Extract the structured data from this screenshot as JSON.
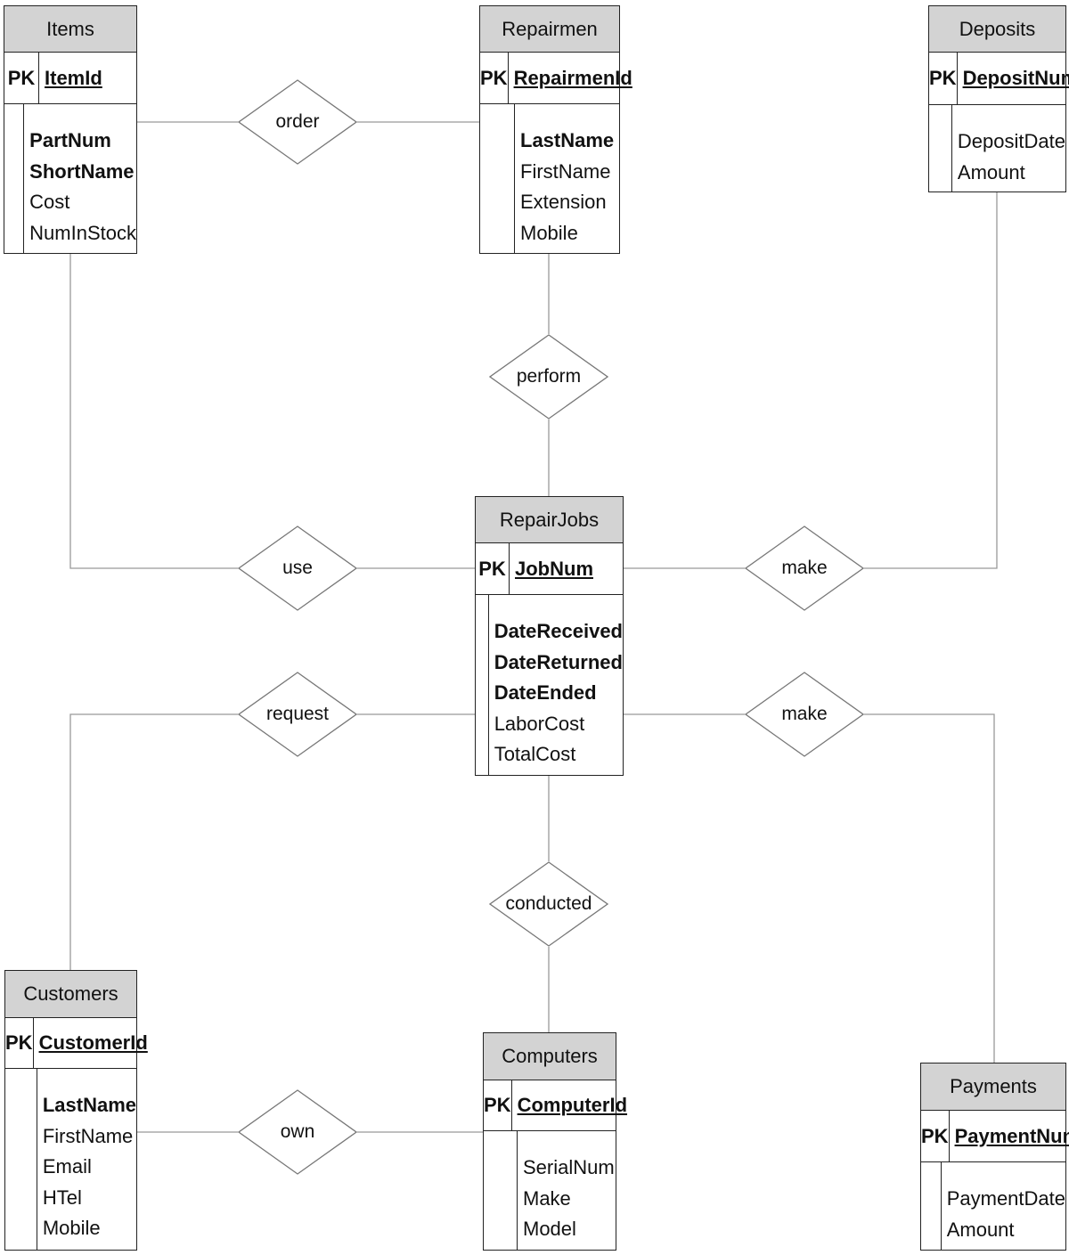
{
  "entities": {
    "items": {
      "title": "Items",
      "pk_label": "PK",
      "key": "ItemId",
      "attributes": [
        {
          "name": "PartNum",
          "bold": true
        },
        {
          "name": "ShortName",
          "bold": true
        },
        {
          "name": "Cost",
          "bold": false
        },
        {
          "name": "NumInStock",
          "bold": false
        }
      ]
    },
    "repairmen": {
      "title": "Repairmen",
      "pk_label": "PK",
      "key": "RepairmenId",
      "attributes": [
        {
          "name": "LastName",
          "bold": true
        },
        {
          "name": "FirstName",
          "bold": false
        },
        {
          "name": "Extension",
          "bold": false
        },
        {
          "name": "Mobile",
          "bold": false
        }
      ]
    },
    "deposits": {
      "title": "Deposits",
      "pk_label": "PK",
      "key": "DepositNum",
      "attributes": [
        {
          "name": "DepositDate",
          "bold": false
        },
        {
          "name": "Amount",
          "bold": false
        }
      ]
    },
    "repairjobs": {
      "title": "RepairJobs",
      "pk_label": "PK",
      "key": "JobNum",
      "attributes": [
        {
          "name": "DateReceived",
          "bold": true
        },
        {
          "name": "DateReturned",
          "bold": true
        },
        {
          "name": "DateEnded",
          "bold": true
        },
        {
          "name": "LaborCost",
          "bold": false
        },
        {
          "name": "TotalCost",
          "bold": false
        }
      ]
    },
    "customers": {
      "title": "Customers",
      "pk_label": "PK",
      "key": "CustomerId",
      "attributes": [
        {
          "name": "LastName",
          "bold": true
        },
        {
          "name": "FirstName",
          "bold": false
        },
        {
          "name": "Email",
          "bold": false
        },
        {
          "name": "HTel",
          "bold": false
        },
        {
          "name": "Mobile",
          "bold": false
        }
      ]
    },
    "computers": {
      "title": "Computers",
      "pk_label": "PK",
      "key": "ComputerId",
      "attributes": [
        {
          "name": "SerialNum",
          "bold": false
        },
        {
          "name": "Make",
          "bold": false
        },
        {
          "name": "Model",
          "bold": false
        }
      ]
    },
    "payments": {
      "title": "Payments",
      "pk_label": "PK",
      "key": "PaymentNum",
      "attributes": [
        {
          "name": "PaymentDate",
          "bold": false
        },
        {
          "name": "Amount",
          "bold": false
        }
      ]
    }
  },
  "relationships": {
    "order": "order",
    "perform": "perform",
    "use": "use",
    "make_deposit": "make",
    "request": "request",
    "make_payment": "make",
    "conducted": "conducted",
    "own": "own"
  },
  "colors": {
    "header_fill": "#d3d3d3",
    "border": "#222222",
    "connector": "#999999"
  }
}
